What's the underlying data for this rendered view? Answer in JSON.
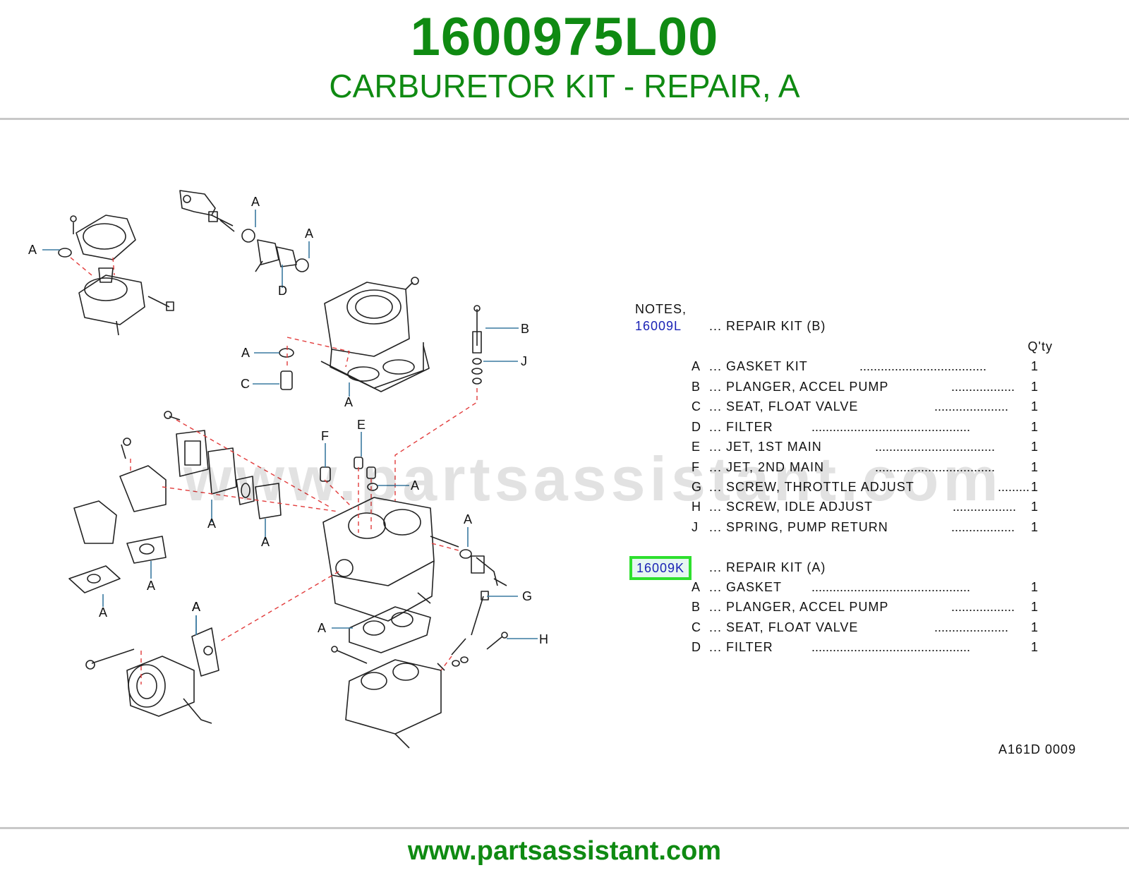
{
  "header": {
    "part_number": "1600975L00",
    "part_name": "CARBURETOR KIT - REPAIR, A"
  },
  "watermark": "www.partsassistant.com",
  "footer": {
    "url": "www.partsassistant.com"
  },
  "diagram": {
    "callouts": [
      "A",
      "A",
      "A",
      "D",
      "A",
      "C",
      "A",
      "B",
      "J",
      "F",
      "E",
      "A",
      "A",
      "A",
      "A",
      "A",
      "A",
      "A",
      "G",
      "A",
      "A",
      "H"
    ],
    "reference": "A161D  0009"
  },
  "notes": {
    "label": "NOTES,",
    "qty_header": "Q'ty",
    "kits": [
      {
        "code": "16009L",
        "desc": "... REPAIR  KIT  (B)",
        "items": [
          {
            "letter": "A",
            "desc": "... GASKET  KIT",
            "dots": "....................................",
            "qty": "1"
          },
          {
            "letter": "B",
            "desc": "... PLANGER,  ACCEL  PUMP",
            "dots": "..................",
            "qty": "1"
          },
          {
            "letter": "C",
            "desc": "... SEAT,  FLOAT  VALVE",
            "dots": ".....................",
            "qty": "1"
          },
          {
            "letter": "D",
            "desc": "... FILTER",
            "dots": ".............................................",
            "qty": "1"
          },
          {
            "letter": "E",
            "desc": "... JET,  1ST  MAIN",
            "dots": "..................................",
            "qty": "1"
          },
          {
            "letter": "F",
            "desc": "... JET,  2ND  MAIN",
            "dots": "..................................",
            "qty": "1"
          },
          {
            "letter": "G",
            "desc": "... SCREW,  THROTTLE  ADJUST",
            "dots": ".........",
            "qty": "1"
          },
          {
            "letter": "H",
            "desc": "... SCREW,  IDLE  ADJUST",
            "dots": "..................",
            "qty": "1"
          },
          {
            "letter": "J",
            "desc": "... SPRING,  PUMP  RETURN",
            "dots": "..................",
            "qty": "1"
          }
        ]
      },
      {
        "code": "16009K",
        "desc": "... REPAIR  KIT  (A)",
        "items": [
          {
            "letter": "A",
            "desc": "... GASKET",
            "dots": ".............................................",
            "qty": "1"
          },
          {
            "letter": "B",
            "desc": "... PLANGER,  ACCEL  PUMP",
            "dots": "..................",
            "qty": "1"
          },
          {
            "letter": "C",
            "desc": "... SEAT,  FLOAT  VALVE",
            "dots": ".....................",
            "qty": "1"
          },
          {
            "letter": "D",
            "desc": "... FILTER",
            "dots": ".............................................",
            "qty": "1"
          }
        ]
      }
    ]
  }
}
